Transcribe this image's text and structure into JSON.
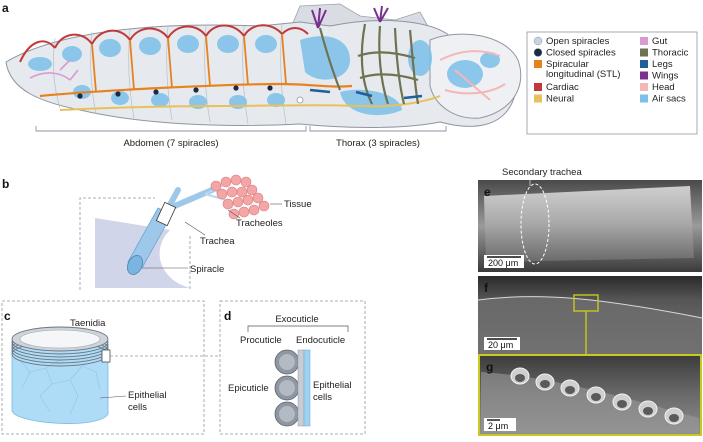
{
  "panels": {
    "a": {
      "label": "a",
      "abdomen_label": "Abdomen (7 spiracles)",
      "thorax_label": "Thorax (3 spiracles)",
      "legend": [
        {
          "label": "Open spiracles",
          "color": "#c9d3e3",
          "kind": "circle"
        },
        {
          "label": "Closed spiracles",
          "color": "#1d2a44",
          "kind": "circle"
        },
        {
          "label": "Spiracular longitudinal (STL)",
          "line1": "Spiracular",
          "line2": "longitudinal (STL)",
          "color": "#e8821e",
          "kind": "square"
        },
        {
          "label": "Cardiac",
          "color": "#c0393b",
          "kind": "square"
        },
        {
          "label": "Neural",
          "color": "#e8c15a",
          "kind": "square"
        },
        {
          "label": "Gut",
          "color": "#d89ad0",
          "kind": "square"
        },
        {
          "label": "Thoracic",
          "color": "#6f7352",
          "kind": "square"
        },
        {
          "label": "Legs",
          "color": "#1f5f9a",
          "kind": "square"
        },
        {
          "label": "Wings",
          "color": "#7b2f8e",
          "kind": "square"
        },
        {
          "label": "Head",
          "color": "#f4b7b7",
          "kind": "square"
        },
        {
          "label": "Air sacs",
          "color": "#7cc0ea",
          "kind": "square"
        }
      ]
    },
    "b": {
      "label": "b",
      "tissue": "Tissue",
      "tracheoles": "Tracheoles",
      "trachea": "Trachea",
      "spiracle": "Spiracle"
    },
    "c": {
      "label": "c",
      "taenidia": "Taenidia",
      "epithelial_line1": "Epithelial",
      "epithelial_line2": "cells"
    },
    "d": {
      "label": "d",
      "exocuticle": "Exocuticle",
      "procuticle": "Procuticle",
      "endocuticle": "Endocuticle",
      "epicuticle": "Epicuticle",
      "epithelial_line1": "Epithelial",
      "epithelial_line2": "cells"
    },
    "e": {
      "label": "e",
      "annotation": "Secondary trachea",
      "scale": "200 μm"
    },
    "f": {
      "label": "f",
      "scale": "20 μm"
    },
    "g": {
      "label": "g",
      "scale": "2 μm"
    }
  }
}
